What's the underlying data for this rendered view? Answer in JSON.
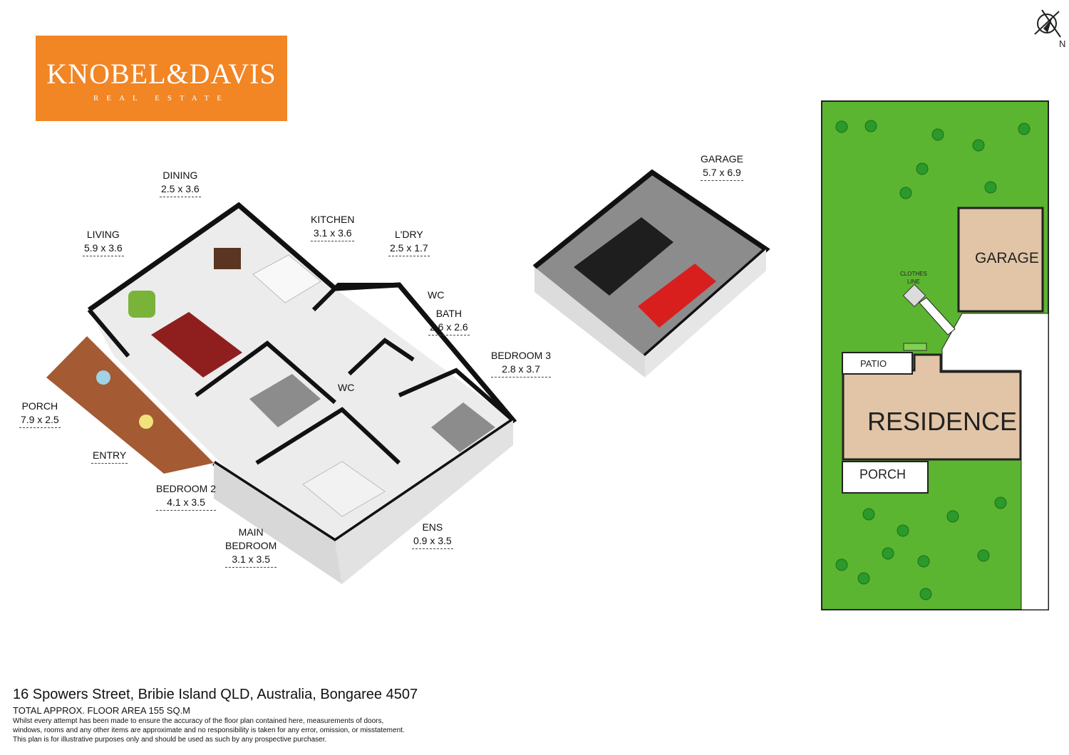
{
  "logo": {
    "name": "KNOBEL&DAVIS",
    "tagline": "REAL ESTATE",
    "bg": "#f28524"
  },
  "compass": {
    "label": "N"
  },
  "rooms": [
    {
      "name": "DINING",
      "dims": "2.5 x 3.6"
    },
    {
      "name": "LIVING",
      "dims": "5.9 x 3.6"
    },
    {
      "name": "KITCHEN",
      "dims": "3.1 x 3.6"
    },
    {
      "name": "L'DRY",
      "dims": "2.5 x 1.7"
    },
    {
      "name": "WC",
      "dims": ""
    },
    {
      "name": "BATH",
      "dims": "2.6 x 2.6"
    },
    {
      "name": "BEDROOM 3",
      "dims": "2.8 x 3.7"
    },
    {
      "name": "GARAGE",
      "dims": "5.7 x 6.9"
    },
    {
      "name": "PORCH",
      "dims": "7.9 x 2.5"
    },
    {
      "name": "ENTRY",
      "dims": ""
    },
    {
      "name": "WC",
      "dims": ""
    },
    {
      "name": "BEDROOM 2",
      "dims": "4.1 x 3.5"
    },
    {
      "name": "MAIN",
      "dims": ""
    },
    {
      "name": "BEDROOM",
      "dims": "3.1 x 3.5"
    },
    {
      "name": "ENS",
      "dims": "0.9 x 3.5"
    }
  ],
  "site_plan": {
    "garage": "GARAGE",
    "clothes_line_1": "CLOTHES",
    "clothes_line_2": "LINE",
    "patio": "PATIO",
    "residence": "RESIDENCE",
    "porch": "PORCH",
    "grass_color": "#5cb531",
    "building_color": "#e2c5a7"
  },
  "footer": {
    "address": "16 Spowers Street, Bribie Island QLD, Australia, Bongaree 4507",
    "area": "TOTAL APPROX. FLOOR AREA 155 SQ.M",
    "disclaimer_1": "Whilst every attempt has been made to ensure the accuracy of the floor plan contained here, measurements of doors,",
    "disclaimer_2": "windows, rooms and any other items are approximate and no responsibility is taken for any error, omission, or misstatement.",
    "disclaimer_3": "This plan is for illustrative purposes only and should be used as such by any prospective purchaser."
  }
}
